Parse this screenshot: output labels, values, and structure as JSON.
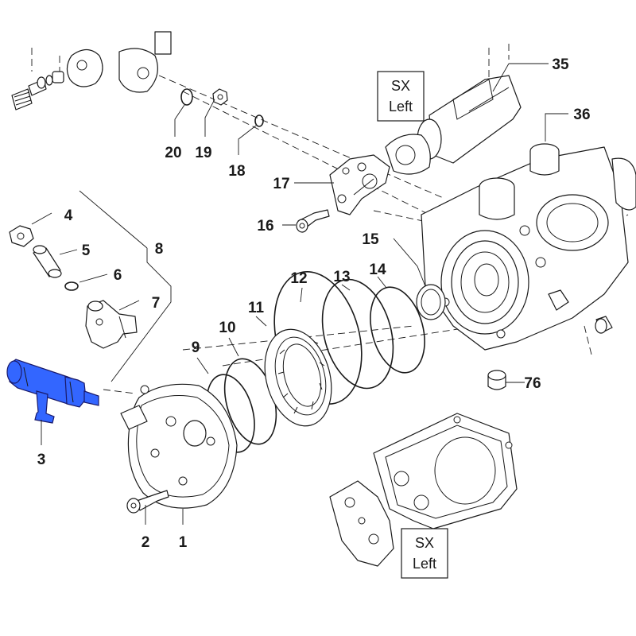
{
  "highlight_color": "#3366ff",
  "part_numbers": {
    "p1": "1",
    "p2": "2",
    "p3": "3",
    "p4": "4",
    "p5": "5",
    "p6": "6",
    "p7": "7",
    "p8": "8",
    "p9": "9",
    "p10": "10",
    "p11": "11",
    "p12": "12",
    "p13": "13",
    "p14": "14",
    "p15": "15",
    "p16": "16",
    "p17": "17",
    "p18": "18",
    "p19": "19",
    "p20": "20",
    "p35": "35",
    "p36": "36",
    "p76": "76"
  },
  "notes": {
    "top": {
      "line1": "SX",
      "line2": "Left"
    },
    "bottom": {
      "line1": "SX",
      "line2": "Left"
    }
  }
}
